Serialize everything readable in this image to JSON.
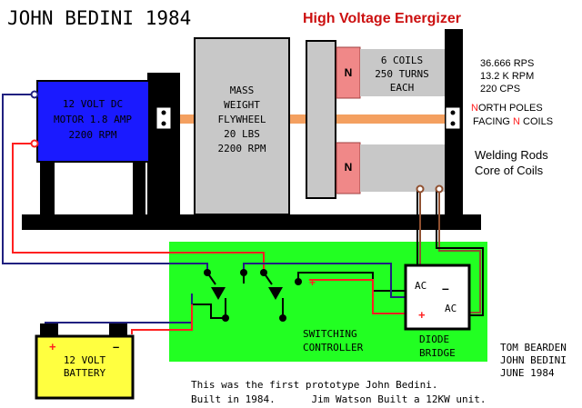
{
  "title": "JOHN BEDINI 1984",
  "subtitle": "High Voltage Energizer",
  "motor": {
    "line1": "12 VOLT DC",
    "line2": "MOTOR 1.8 AMP",
    "line3": "2200 RPM"
  },
  "flywheel": {
    "line1": "MASS",
    "line2": "WEIGHT",
    "line3": "FLYWHEEL",
    "line4": "20 LBS",
    "line5": "2200 RPM"
  },
  "coils": {
    "line1": "6 COILS",
    "line2": "250 TURNS",
    "line3": "EACH",
    "pole": "N"
  },
  "specs": {
    "rps": "36.666 RPS",
    "rpm": "13.2 K RPM",
    "cps": "220 CPS"
  },
  "poles": {
    "n1": "N",
    "line1_rest": "ORTH POLES",
    "line2_pre": "FACING ",
    "n2": "N",
    "line2_post": " COILS"
  },
  "rods": {
    "line1": "Welding Rods",
    "line2": "Core of Coils"
  },
  "controller": {
    "line1": "SWITCHING",
    "line2": "CONTROLLER",
    "plus": "+"
  },
  "bridge": {
    "ac1": "AC",
    "ac2": "AC",
    "minus": "–",
    "plus": "+",
    "line1": "DIODE",
    "line2": "BRIDGE"
  },
  "battery": {
    "line1": "12 VOLT",
    "line2": "BATTERY",
    "plus": "+",
    "minus": "–"
  },
  "credits": {
    "line1": "TOM BEARDEN",
    "line2": "JOHN BEDINI",
    "line3": "JUNE 1984"
  },
  "note": {
    "line1": "This was the first prototype John Bedini.",
    "line2": "Built in 1984.      Jim Watson Built a 12KW unit."
  },
  "colors": {
    "green": "#22ff22",
    "blue_motor": "#1a1aff",
    "gray": "#c8c8c8",
    "red": "#ff2020",
    "yellow": "#ffff40",
    "pink": "#f08888",
    "orange": "#f4a060",
    "wire_blue": "#202080"
  }
}
